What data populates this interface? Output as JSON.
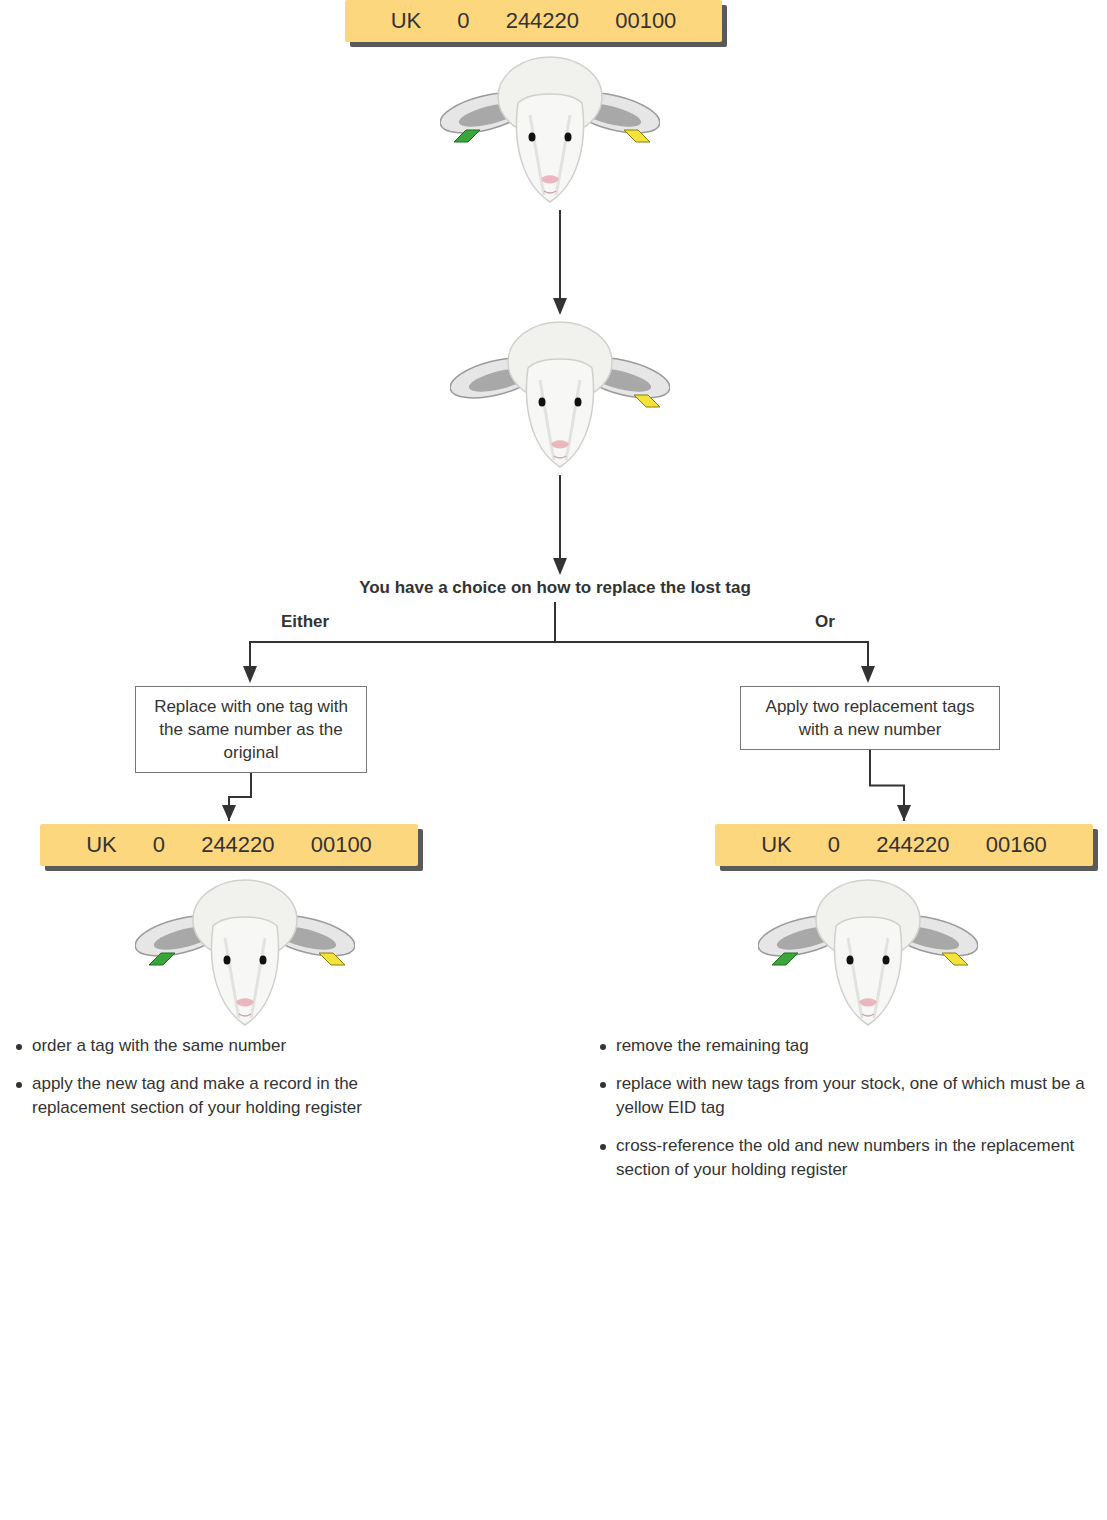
{
  "diagram": {
    "nodes": [
      {
        "text": [
          "UK 0 244220 00100"
        ]
      },
      {
        "text": [
          "Replace with one tag with the same number as the original"
        ]
      },
      {
        "text": [
          "Apply two replacement tags with a new number"
        ]
      },
      {
        "text": [
          "UK 0 244220 00100"
        ]
      },
      {
        "text": [
          "UK 0 244220 00160"
        ]
      }
    ],
    "edges": [
      {
        "from": 1,
        "to": 3,
        "arrow": "to"
      },
      {
        "from": 2,
        "to": 4,
        "arrow": "to"
      }
    ],
    "labels": [
      "You have a choice on how to replace the lost tag",
      "Either",
      "Or",
      "order a tag with the same number",
      "apply the new tag and make a record in the replacement section of your holding register",
      "remove the remaining tag",
      "replace with new tags from your stock, one of which must be a yellow EID tag",
      "cross-reference the old and new numbers in the replacement section of your holding register"
    ]
  }
}
